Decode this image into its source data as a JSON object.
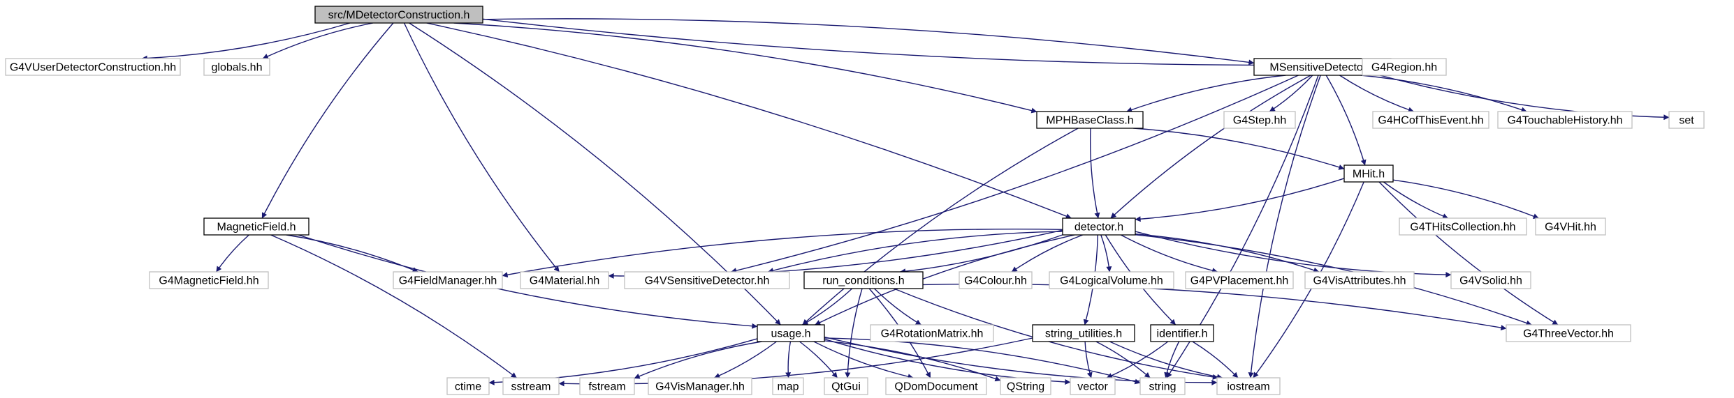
{
  "graph": {
    "colors": {
      "edge": "#191970",
      "root_fill": "#bfbfbf",
      "node_fill": "#ffffff",
      "project_border": "#000000",
      "external_border": "#bfbfbf",
      "text": "#000000"
    },
    "nodes": [
      {
        "id": "root",
        "label": "src/MDetectorConstruction.h",
        "kind": "root"
      },
      {
        "id": "g4vudc",
        "label": "G4VUserDetectorConstruction.hh",
        "kind": "external"
      },
      {
        "id": "globals",
        "label": "globals.hh",
        "kind": "external"
      },
      {
        "id": "msens",
        "label": "MSensitiveDetector.h",
        "kind": "project"
      },
      {
        "id": "g4region",
        "label": "G4Region.hh",
        "kind": "external"
      },
      {
        "id": "mphbase",
        "label": "MPHBaseClass.h",
        "kind": "project"
      },
      {
        "id": "g4step",
        "label": "G4Step.hh",
        "kind": "external"
      },
      {
        "id": "g4hcof",
        "label": "G4HCofThisEvent.hh",
        "kind": "external"
      },
      {
        "id": "g4touch",
        "label": "G4TouchableHistory.hh",
        "kind": "external"
      },
      {
        "id": "set",
        "label": "set",
        "kind": "external"
      },
      {
        "id": "mhit",
        "label": "MHit.h",
        "kind": "project"
      },
      {
        "id": "magfield",
        "label": "MagneticField.h",
        "kind": "project"
      },
      {
        "id": "detector",
        "label": "detector.h",
        "kind": "project"
      },
      {
        "id": "g4thits",
        "label": "G4THitsCollection.hh",
        "kind": "external"
      },
      {
        "id": "g4vhit",
        "label": "G4VHit.hh",
        "kind": "external"
      },
      {
        "id": "g4magfield",
        "label": "G4MagneticField.hh",
        "kind": "external"
      },
      {
        "id": "g4fieldmgr",
        "label": "G4FieldManager.hh",
        "kind": "external"
      },
      {
        "id": "g4material",
        "label": "G4Material.hh",
        "kind": "external"
      },
      {
        "id": "g4vsens",
        "label": "G4VSensitiveDetector.hh",
        "kind": "external"
      },
      {
        "id": "runcond",
        "label": "run_conditions.h",
        "kind": "project"
      },
      {
        "id": "g4colour",
        "label": "G4Colour.hh",
        "kind": "external"
      },
      {
        "id": "g4logvol",
        "label": "G4LogicalVolume.hh",
        "kind": "external"
      },
      {
        "id": "g4pvplace",
        "label": "G4PVPlacement.hh",
        "kind": "external"
      },
      {
        "id": "g4visattr",
        "label": "G4VisAttributes.hh",
        "kind": "external"
      },
      {
        "id": "g4vsolid",
        "label": "G4VSolid.hh",
        "kind": "external"
      },
      {
        "id": "usage",
        "label": "usage.h",
        "kind": "project"
      },
      {
        "id": "g4rotmat",
        "label": "G4RotationMatrix.hh",
        "kind": "external"
      },
      {
        "id": "strutil",
        "label": "string_utilities.h",
        "kind": "project"
      },
      {
        "id": "identifier",
        "label": "identifier.h",
        "kind": "project"
      },
      {
        "id": "g4threevec",
        "label": "G4ThreeVector.hh",
        "kind": "external"
      },
      {
        "id": "ctime",
        "label": "ctime",
        "kind": "external"
      },
      {
        "id": "sstream",
        "label": "sstream",
        "kind": "external"
      },
      {
        "id": "fstream",
        "label": "fstream",
        "kind": "external"
      },
      {
        "id": "g4vismgr",
        "label": "G4VisManager.hh",
        "kind": "external"
      },
      {
        "id": "map",
        "label": "map",
        "kind": "external"
      },
      {
        "id": "qtgui",
        "label": "QtGui",
        "kind": "external"
      },
      {
        "id": "qdomdoc",
        "label": "QDomDocument",
        "kind": "external"
      },
      {
        "id": "qstring",
        "label": "QString",
        "kind": "external"
      },
      {
        "id": "vector",
        "label": "vector",
        "kind": "external"
      },
      {
        "id": "string",
        "label": "string",
        "kind": "external"
      },
      {
        "id": "iostream",
        "label": "iostream",
        "kind": "external"
      }
    ],
    "edges": [
      [
        "root",
        "g4vudc"
      ],
      [
        "root",
        "globals"
      ],
      [
        "root",
        "msens"
      ],
      [
        "root",
        "g4region"
      ],
      [
        "root",
        "mphbase"
      ],
      [
        "root",
        "magfield"
      ],
      [
        "root",
        "detector"
      ],
      [
        "root",
        "g4material"
      ],
      [
        "root",
        "usage"
      ],
      [
        "msens",
        "mphbase"
      ],
      [
        "msens",
        "g4step"
      ],
      [
        "msens",
        "g4hcof"
      ],
      [
        "msens",
        "g4touch"
      ],
      [
        "msens",
        "set"
      ],
      [
        "msens",
        "mhit"
      ],
      [
        "msens",
        "detector"
      ],
      [
        "msens",
        "g4vsens"
      ],
      [
        "msens",
        "iostream"
      ],
      [
        "msens",
        "string"
      ],
      [
        "mphbase",
        "detector"
      ],
      [
        "mphbase",
        "mhit"
      ],
      [
        "mphbase",
        "usage"
      ],
      [
        "mhit",
        "detector"
      ],
      [
        "mhit",
        "g4thits"
      ],
      [
        "mhit",
        "g4vhit"
      ],
      [
        "mhit",
        "g4threevec"
      ],
      [
        "mhit",
        "iostream"
      ],
      [
        "magfield",
        "g4magfield"
      ],
      [
        "magfield",
        "g4fieldmgr"
      ],
      [
        "magfield",
        "usage"
      ],
      [
        "magfield",
        "sstream"
      ],
      [
        "detector",
        "g4fieldmgr"
      ],
      [
        "detector",
        "g4material"
      ],
      [
        "detector",
        "g4vsens"
      ],
      [
        "detector",
        "runcond"
      ],
      [
        "detector",
        "g4colour"
      ],
      [
        "detector",
        "g4logvol"
      ],
      [
        "detector",
        "g4pvplace"
      ],
      [
        "detector",
        "g4visattr"
      ],
      [
        "detector",
        "g4vsolid"
      ],
      [
        "detector",
        "g4threevec"
      ],
      [
        "detector",
        "usage"
      ],
      [
        "detector",
        "strutil"
      ],
      [
        "detector",
        "identifier"
      ],
      [
        "runcond",
        "usage"
      ],
      [
        "runcond",
        "g4rotmat"
      ],
      [
        "runcond",
        "g4threevec"
      ],
      [
        "runcond",
        "qtgui"
      ],
      [
        "runcond",
        "qdomdoc"
      ],
      [
        "runcond",
        "iostream"
      ],
      [
        "usage",
        "ctime"
      ],
      [
        "usage",
        "fstream"
      ],
      [
        "usage",
        "g4vismgr"
      ],
      [
        "usage",
        "map"
      ],
      [
        "usage",
        "qtgui"
      ],
      [
        "usage",
        "qdomdoc"
      ],
      [
        "usage",
        "qstring"
      ],
      [
        "usage",
        "vector"
      ],
      [
        "usage",
        "string"
      ],
      [
        "usage",
        "iostream"
      ],
      [
        "strutil",
        "sstream"
      ],
      [
        "strutil",
        "vector"
      ],
      [
        "strutil",
        "string"
      ],
      [
        "strutil",
        "iostream"
      ],
      [
        "identifier",
        "vector"
      ],
      [
        "identifier",
        "string"
      ],
      [
        "identifier",
        "iostream"
      ]
    ]
  }
}
